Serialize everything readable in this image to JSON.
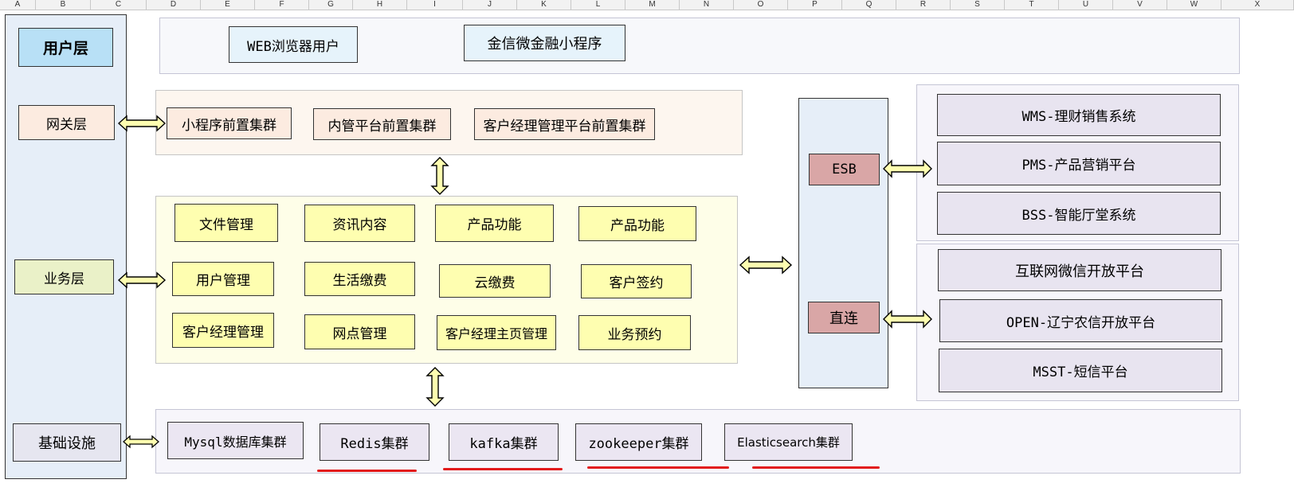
{
  "columns": [
    "A",
    "B",
    "C",
    "D",
    "E",
    "F",
    "G",
    "H",
    "I",
    "J",
    "K",
    "L",
    "M",
    "N",
    "O",
    "P",
    "Q",
    "R",
    "S",
    "T",
    "U",
    "V",
    "W",
    "X"
  ],
  "layers": {
    "user": "用户层",
    "gateway": "网关层",
    "business": "业务层",
    "infra": "基础设施"
  },
  "users": [
    "WEB浏览器用户",
    "金信微金融小程序"
  ],
  "gateway_clusters": [
    "小程序前置集群",
    "内管平台前置集群",
    "客户经理管理平台前置集群"
  ],
  "business_modules": [
    [
      "文件管理",
      "资讯内容",
      "产品功能",
      "产品功能"
    ],
    [
      "用户管理",
      "生活缴费",
      "云缴费",
      "客户签约"
    ],
    [
      "客户经理管理",
      "网点管理",
      "客户经理主页管理",
      "业务预约"
    ]
  ],
  "infra_clusters": [
    "Mysql数据库集群",
    "Redis集群",
    "kafka集群",
    "zookeeper集群",
    "Elasticsearch集群"
  ],
  "esb": {
    "label": "ESB",
    "systems": [
      "WMS-理财销售系统",
      "PMS-产品营销平台",
      "BSS-智能厅堂系统"
    ]
  },
  "direct": {
    "label": "直连",
    "systems": [
      "互联网微信开放平台",
      "OPEN-辽宁农信开放平台",
      "MSST-短信平台"
    ]
  },
  "colors": {
    "layer_column": "#e6eef8",
    "user_title": "#b8e0f6",
    "gateway_box": "#fcebe0",
    "gateway_panel": "#fdf6ef",
    "business_box": "#fefeb0",
    "business_panel": "#fefee8",
    "business_layer": "#eaf1c8",
    "infra_box": "#ebe6f2",
    "esb_box": "#d9a6a6",
    "system_box": "#e8e4f0",
    "underline": "#e21b1b"
  }
}
